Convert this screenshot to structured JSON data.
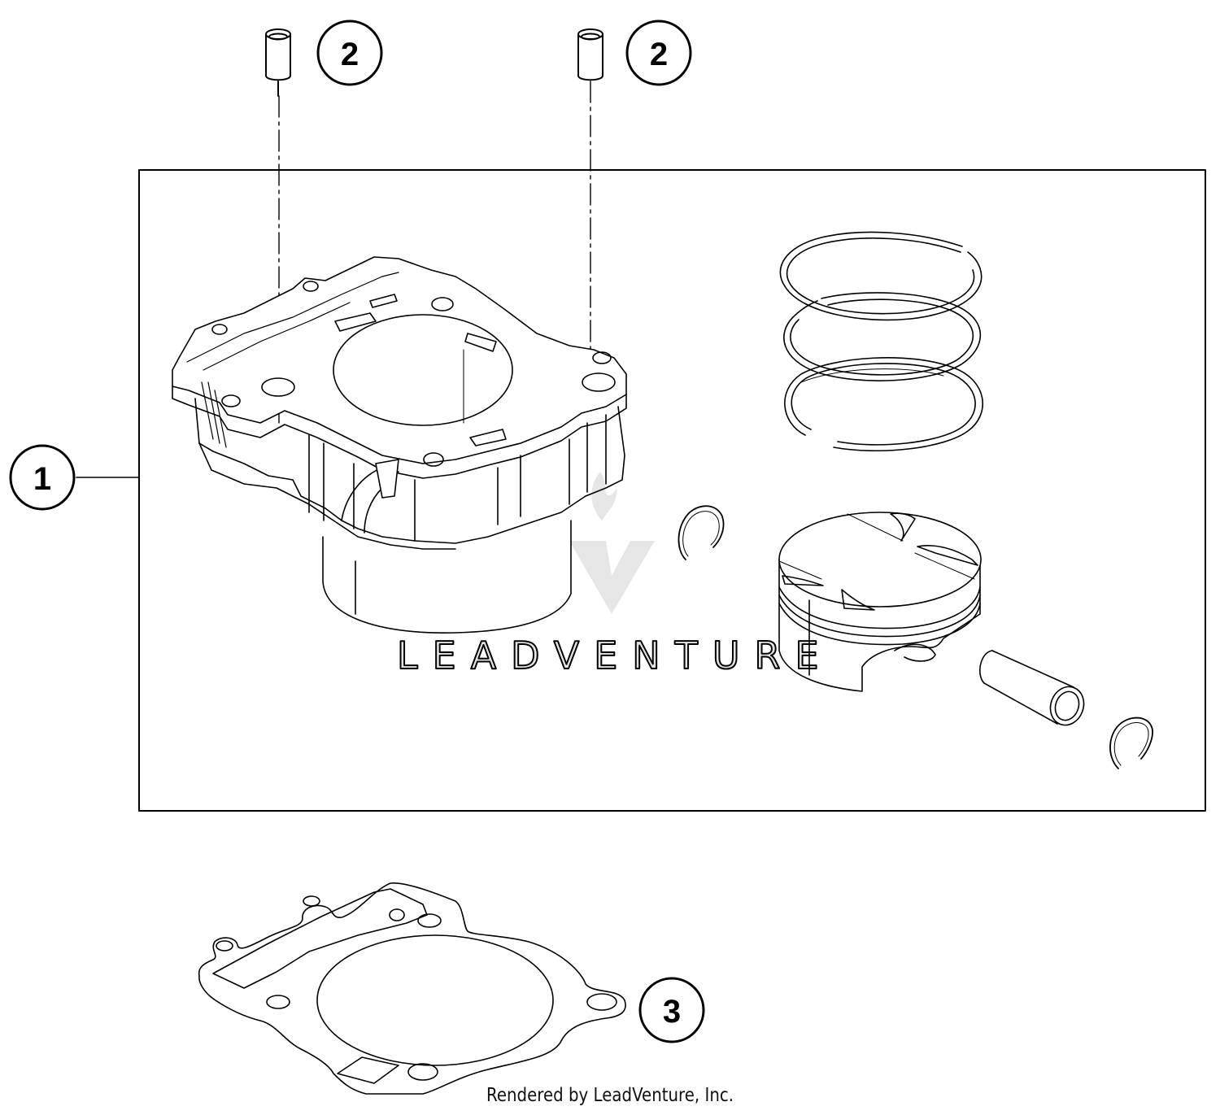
{
  "diagram": {
    "type": "exploded parts diagram",
    "subject": "Cylinder assembly",
    "callouts": [
      {
        "id": "1",
        "label": "1",
        "part": "cylinder kit (boxed group: cylinder, piston rings, piston, piston pin, circlips)"
      },
      {
        "id": "2a",
        "label": "2",
        "part": "dowel sleeve (left)"
      },
      {
        "id": "2b",
        "label": "2",
        "part": "dowel sleeve (right)"
      },
      {
        "id": "3",
        "label": "3",
        "part": "cylinder base gasket"
      }
    ],
    "components": [
      "cylinder",
      "piston-ring-set",
      "circlip-left",
      "piston",
      "piston-pin",
      "circlip-right",
      "dowel-sleeve",
      "base-gasket"
    ],
    "watermark": "LEADVENTURE",
    "credit": "Rendered by LeadVenture, Inc.",
    "colors": {
      "line": "#000000",
      "watermark": "#e4e4e4",
      "background": "#ffffff"
    }
  }
}
